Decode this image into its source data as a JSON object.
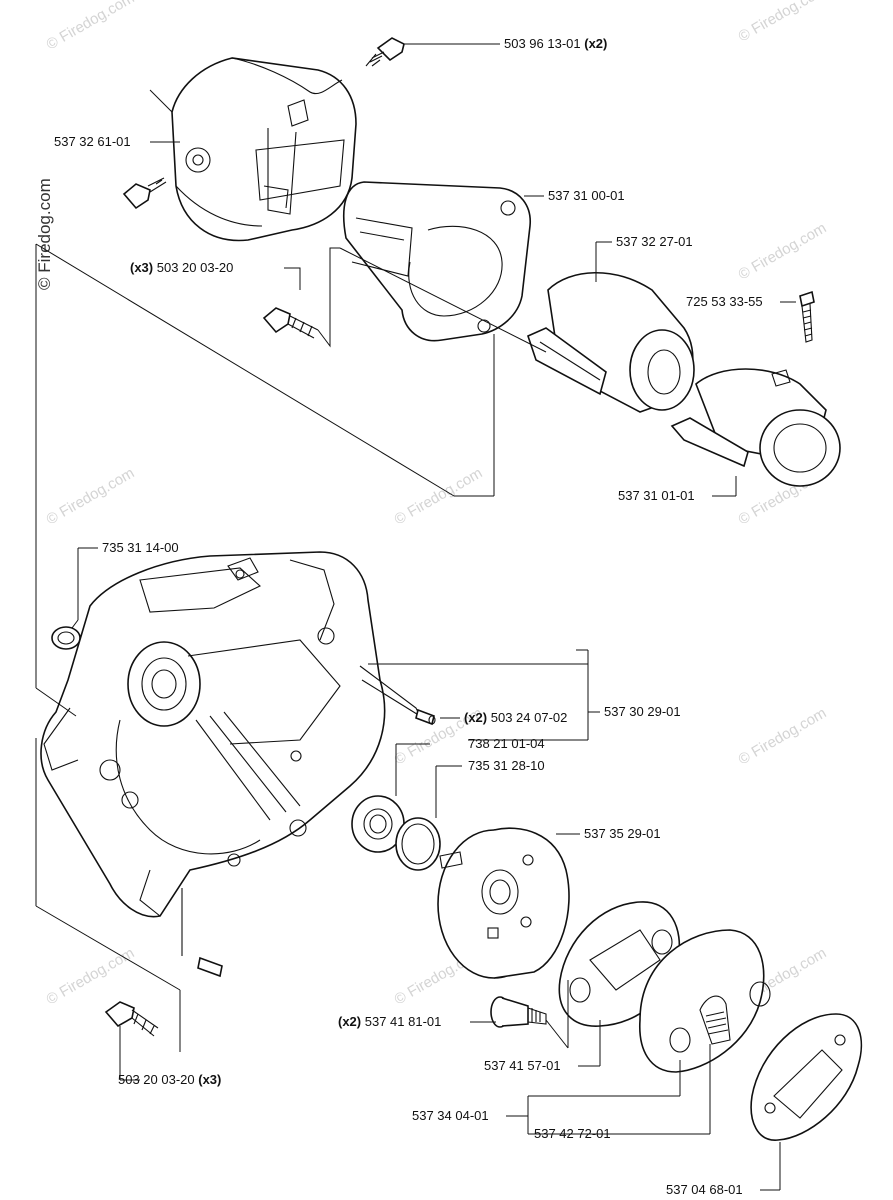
{
  "watermark": {
    "text": "© Firedog.com",
    "main_text": "© Firedog.com"
  },
  "parts": [
    {
      "id": "p1",
      "number": "503 96 13-01",
      "qty": "(x2)"
    },
    {
      "id": "p2",
      "number": "537 32 61-01",
      "qty": ""
    },
    {
      "id": "p3",
      "number": "537 31 00-01",
      "qty": ""
    },
    {
      "id": "p4",
      "number": "537 32 27-01",
      "qty": ""
    },
    {
      "id": "p5",
      "number": "503 20 03-20",
      "qty": "(x3)"
    },
    {
      "id": "p6",
      "number": "725 53 33-55",
      "qty": ""
    },
    {
      "id": "p7",
      "number": "537 31 01-01",
      "qty": ""
    },
    {
      "id": "p8",
      "number": "735 31 14-00",
      "qty": ""
    },
    {
      "id": "p9",
      "number": "503 24 07-02",
      "qty": "(x2)"
    },
    {
      "id": "p10",
      "number": "537 30 29-01",
      "qty": ""
    },
    {
      "id": "p11",
      "number": "738 21 01-04",
      "qty": ""
    },
    {
      "id": "p12",
      "number": "735 31 28-10",
      "qty": ""
    },
    {
      "id": "p13",
      "number": "537 35 29-01",
      "qty": ""
    },
    {
      "id": "p14",
      "number": "537 41 81-01",
      "qty": "(x2)"
    },
    {
      "id": "p15",
      "number": "537 41 57-01",
      "qty": ""
    },
    {
      "id": "p16",
      "number": "503 20 03-20",
      "qty": "(x3)"
    },
    {
      "id": "p17",
      "number": "537 34 04-01",
      "qty": ""
    },
    {
      "id": "p18",
      "number": "537 42 72-01",
      "qty": ""
    },
    {
      "id": "p19",
      "number": "537 04 68-01",
      "qty": ""
    }
  ]
}
